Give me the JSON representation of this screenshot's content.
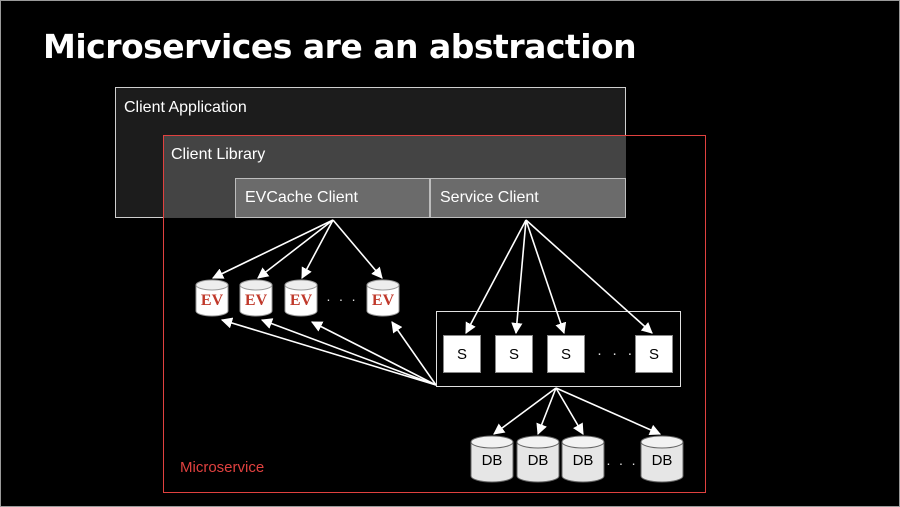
{
  "title": "Microservices are an abstraction",
  "client_application": {
    "label": "Client Application"
  },
  "client_library": {
    "label": "Client Library"
  },
  "evcache_client": {
    "label": "EVCache Client"
  },
  "service_client": {
    "label": "Service Client"
  },
  "microservice": {
    "label": "Microservice"
  },
  "evcache_nodes": {
    "label": "EV",
    "ellipsis": "· · ·"
  },
  "service_nodes": {
    "label": "S",
    "ellipsis": "· · ·"
  },
  "db_nodes": {
    "label": "DB",
    "ellipsis": "· · ·"
  },
  "colors": {
    "accent_red": "#e0413f",
    "ev_red": "#c0392b"
  }
}
